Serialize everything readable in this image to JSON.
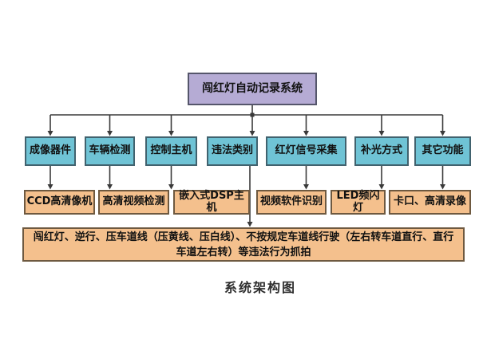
{
  "diagram": {
    "title": "闯红灯自动记录系统",
    "caption": "系统架构图",
    "categories": [
      "成像器件",
      "车辆检测",
      "控制主机",
      "违法类别",
      "红灯信号采集",
      "补光方式",
      "其它功能"
    ],
    "details": [
      "CCD高清像机",
      "高清视频检测",
      "嵌入式DSP主机",
      "视频软件识别",
      "LED频闪灯",
      "卡口、高清录像"
    ],
    "bottom_note": "闯红灯、逆行、压车道线（压黄线、压白线）、不按规定车道线行驶（左右转车道直行、直行车道左右转）等违法行为抓拍",
    "colors": {
      "root_fill": "#b5abd4",
      "category_fill": "#6fc3d5",
      "detail_fill": "#f4c08d",
      "connector": "#3a3a3a",
      "background": "#ffffff"
    }
  }
}
